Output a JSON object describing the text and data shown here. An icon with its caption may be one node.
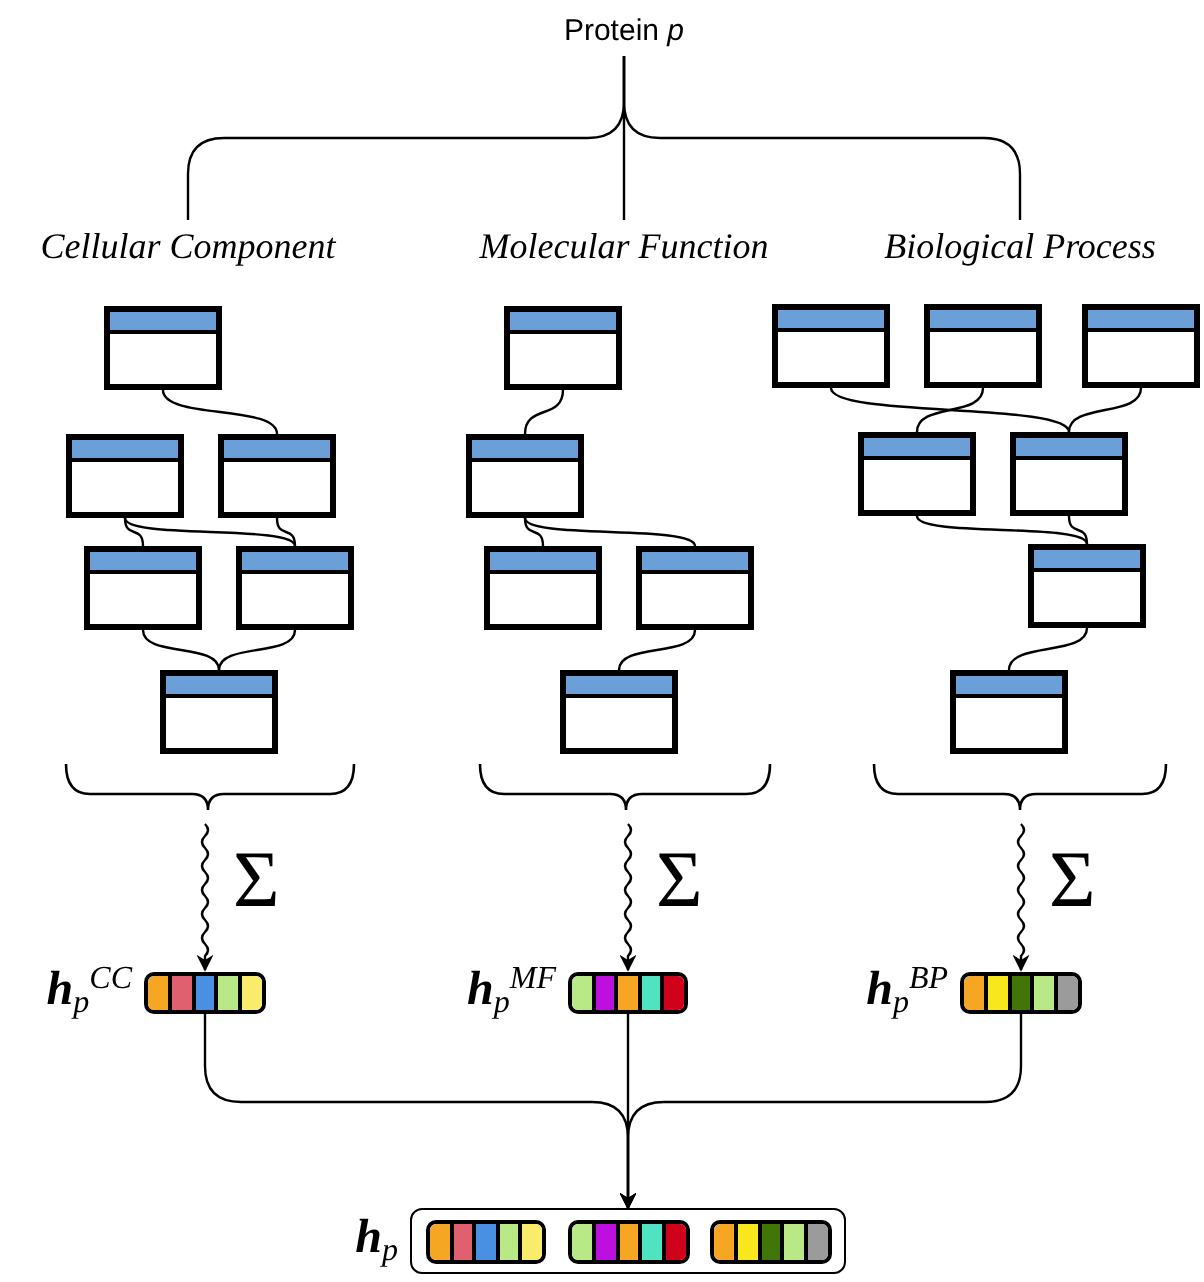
{
  "diagram": {
    "nodes": [
      {
        "text": [
          "Protein *p*"
        ]
      },
      {
        "text": [
          "Cellular Component"
        ]
      },
      {
        "text": [
          "Molecular Function"
        ]
      },
      {
        "text": [
          "Biological Process"
        ]
      },
      {
        "text": [],
        "shape": "box"
      },
      {
        "text": [],
        "shape": "box"
      },
      {
        "text": [],
        "shape": "box"
      },
      {
        "text": [],
        "shape": "box"
      },
      {
        "text": [],
        "shape": "box"
      },
      {
        "text": [],
        "shape": "box"
      },
      {
        "text": [],
        "shape": "box"
      },
      {
        "text": [],
        "shape": "box"
      },
      {
        "text": [],
        "shape": "box"
      },
      {
        "text": [],
        "shape": "box"
      },
      {
        "text": [],
        "shape": "box"
      },
      {
        "text": [],
        "shape": "box"
      },
      {
        "text": [],
        "shape": "box"
      },
      {
        "text": [],
        "shape": "box"
      },
      {
        "text": [],
        "shape": "box"
      },
      {
        "text": [],
        "shape": "box"
      },
      {
        "text": [],
        "shape": "box"
      },
      {
        "text": [],
        "shape": "box"
      },
      {
        "text": [],
        "shape": "bar",
        "beside": [
          "**h**$_{p}$$^{CC}$"
        ]
      },
      {
        "text": [],
        "shape": "bar",
        "beside": [
          "**h**$_{p}$$^{MF}$"
        ]
      },
      {
        "text": [],
        "shape": "bar",
        "beside": [
          "**h**$_{p}$$^{BP}$"
        ]
      },
      {
        "text": [],
        "shape": "box",
        "beside": [
          "**h**$_{p}$"
        ]
      },
      {
        "text": [],
        "shape": "bar",
        "in": 25
      },
      {
        "text": [],
        "shape": "bar",
        "in": 25
      },
      {
        "text": [],
        "shape": "bar",
        "in": 25
      }
    ],
    "edges": [
      {
        "from": 0,
        "to": 1,
        "arrow": "none"
      },
      {
        "from": 0,
        "to": 2,
        "arrow": "none"
      },
      {
        "from": 0,
        "to": 3,
        "arrow": "none"
      },
      {
        "from": 4,
        "to": 6,
        "arrow": "none"
      },
      {
        "from": 5,
        "to": 7,
        "arrow": "none"
      },
      {
        "from": 5,
        "to": 8,
        "arrow": "none"
      },
      {
        "from": 6,
        "to": 8,
        "arrow": "none"
      },
      {
        "from": 7,
        "to": 9,
        "arrow": "none"
      },
      {
        "from": 8,
        "to": 9,
        "arrow": "none"
      },
      {
        "from": 10,
        "to": 11,
        "arrow": "none"
      },
      {
        "from": 11,
        "to": 12,
        "arrow": "none"
      },
      {
        "from": 11,
        "to": 13,
        "arrow": "none"
      },
      {
        "from": 13,
        "to": 14,
        "arrow": "none"
      },
      {
        "from": 15,
        "to": 19,
        "arrow": "none"
      },
      {
        "from": 16,
        "to": 18,
        "arrow": "none"
      },
      {
        "from": 17,
        "to": 19,
        "arrow": "none"
      },
      {
        "from": 18,
        "to": 20,
        "arrow": "none"
      },
      {
        "from": 19,
        "to": 20,
        "arrow": "none"
      },
      {
        "from": 20,
        "to": 21,
        "arrow": "none"
      },
      {
        "from": 9,
        "to": 22,
        "arrow": "to",
        "label": "Σ"
      },
      {
        "from": 14,
        "to": 23,
        "arrow": "to",
        "label": "Σ"
      },
      {
        "from": 21,
        "to": 24,
        "arrow": "to",
        "label": "Σ"
      },
      {
        "from": 22,
        "to": 25,
        "arrow": "to"
      },
      {
        "from": 23,
        "to": 25,
        "arrow": "to"
      },
      {
        "from": 24,
        "to": 25,
        "arrow": "to"
      }
    ]
  }
}
